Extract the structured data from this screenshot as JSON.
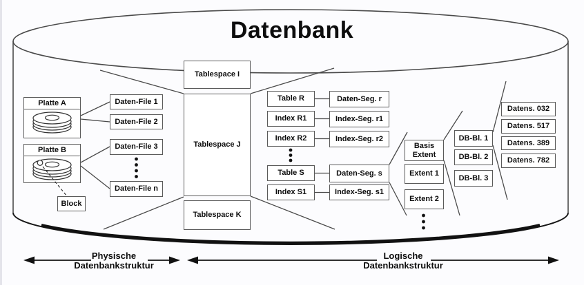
{
  "title": "Datenbank",
  "colors": {
    "line": "#4a4a4a",
    "box_border": "#5a5a5a",
    "box_bg": "#ffffff",
    "text": "#0d0d0d",
    "cylinder_shadow": "#111111",
    "page_bg": "#fcfcfe"
  },
  "physical": {
    "disk_a_label": "Platte A",
    "disk_b_label": "Platte B",
    "block_label": "Block",
    "files": [
      "Daten-File 1",
      "Daten-File 2",
      "Daten-File 3",
      "Daten-File n"
    ]
  },
  "logical": {
    "tablespaces": [
      "Tablespace I",
      "Tablespace J",
      "Tablespace K"
    ],
    "tables": [
      "Table R",
      "Index R1",
      "Index R2",
      "Table S",
      "Index S1"
    ],
    "segments": [
      "Daten-Seg. r",
      "Index-Seg. r1",
      "Index-Seg. r2",
      "Daten-Seg. s",
      "Index-Seg. s1"
    ],
    "extents": [
      "Basis Extent",
      "Extent 1",
      "Extent 2"
    ],
    "db_blocks": [
      "DB-Bl. 1",
      "DB-Bl. 2",
      "DB-Bl. 3"
    ],
    "records": [
      "Datens. 032",
      "Datens. 517",
      "Datens. 389",
      "Datens. 782"
    ]
  },
  "legend": {
    "physical_line1": "Physische",
    "physical_line2": "Datenbankstruktur",
    "logical_line1": "Logische",
    "logical_line2": "Datenbankstruktur"
  }
}
